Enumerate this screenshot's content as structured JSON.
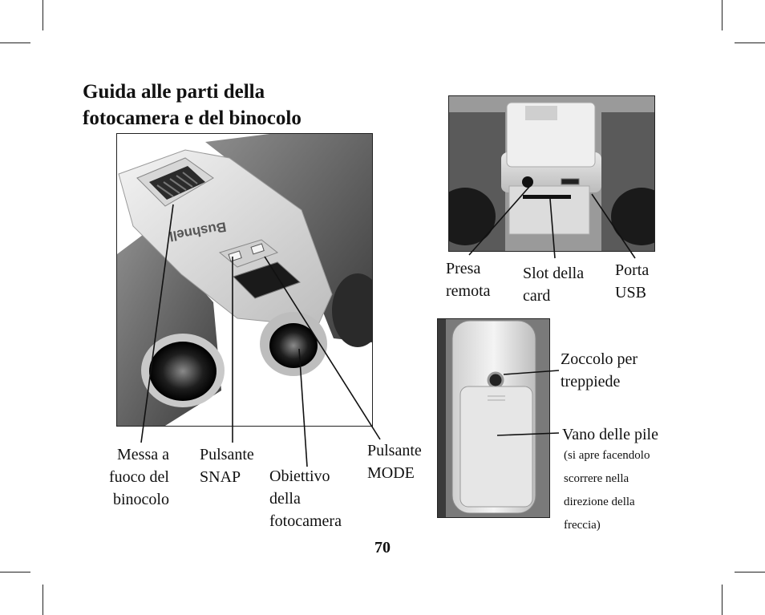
{
  "title": {
    "line1": "Guida alle parti della",
    "line2": "fotocamera e del binocolo"
  },
  "brand_logo_text": "Bushnell",
  "labels": {
    "focus": [
      "Messa a",
      "fuoco del",
      "binocolo"
    ],
    "snap": [
      "Pulsante",
      "SNAP"
    ],
    "lens": [
      "Obiettivo",
      "della",
      "fotocamera"
    ],
    "mode": [
      "Pulsante",
      "MODE"
    ],
    "remote": [
      "Presa",
      "remota"
    ],
    "card": [
      "Slot della",
      "card"
    ],
    "usb": [
      "Porta",
      "USB"
    ],
    "tripod": [
      "Zoccolo per",
      "treppiede"
    ],
    "battery": "Vano delle pile",
    "battery_note": [
      "(si apre facendolo",
      "scorrere nella",
      "direzione della",
      "freccia)"
    ]
  },
  "page_number": "70"
}
